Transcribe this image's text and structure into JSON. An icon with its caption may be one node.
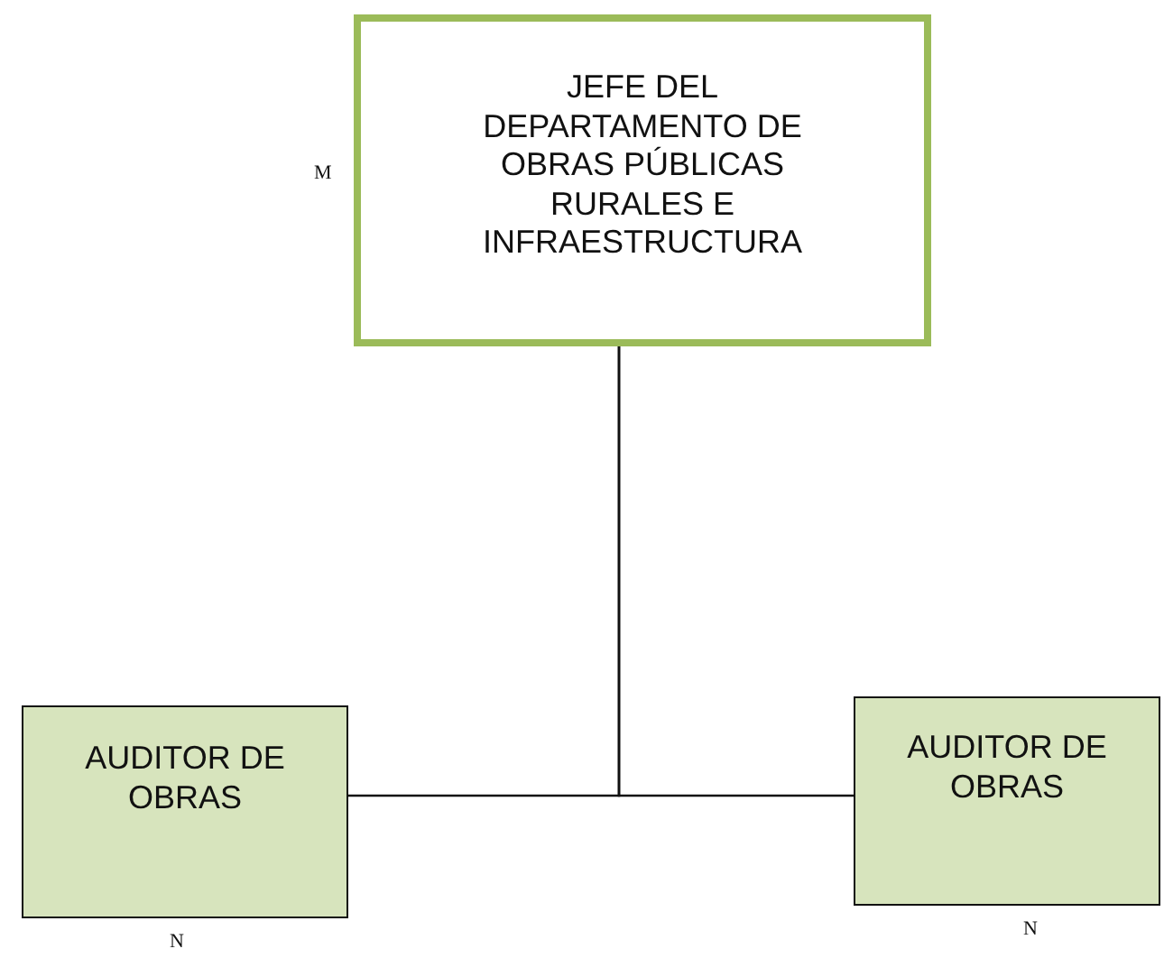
{
  "diagram": {
    "nodes": [
      {
        "text": [
          "JEFE DEL DEPARTAMENTO DE OBRAS PÚBLICAS RURALES E INFRAESTRUCTURA"
        ],
        "beside": [
          "M"
        ]
      },
      {
        "text": [
          "AUDITOR DE OBRAS"
        ],
        "beside": [
          "N"
        ]
      },
      {
        "text": [
          "AUDITOR DE OBRAS"
        ],
        "beside": [
          "N"
        ]
      }
    ],
    "edges": [
      {
        "from": 0,
        "to": 1,
        "arrow": "none"
      },
      {
        "from": 0,
        "to": 2,
        "arrow": "none"
      }
    ]
  }
}
